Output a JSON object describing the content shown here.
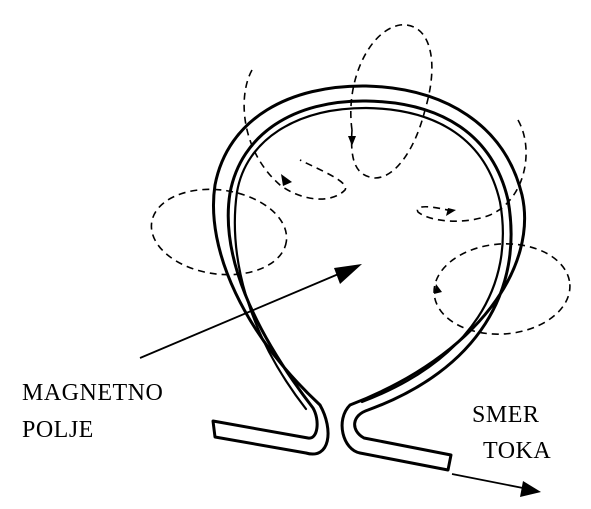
{
  "labels": {
    "magnetic_field_line1": "MAGNETNO",
    "magnetic_field_line2": "POLJE",
    "current_flow_line1": "SMER",
    "current_flow_line2": "TOKA"
  },
  "colors": {
    "ink": "#000000",
    "background": "#ffffff"
  }
}
